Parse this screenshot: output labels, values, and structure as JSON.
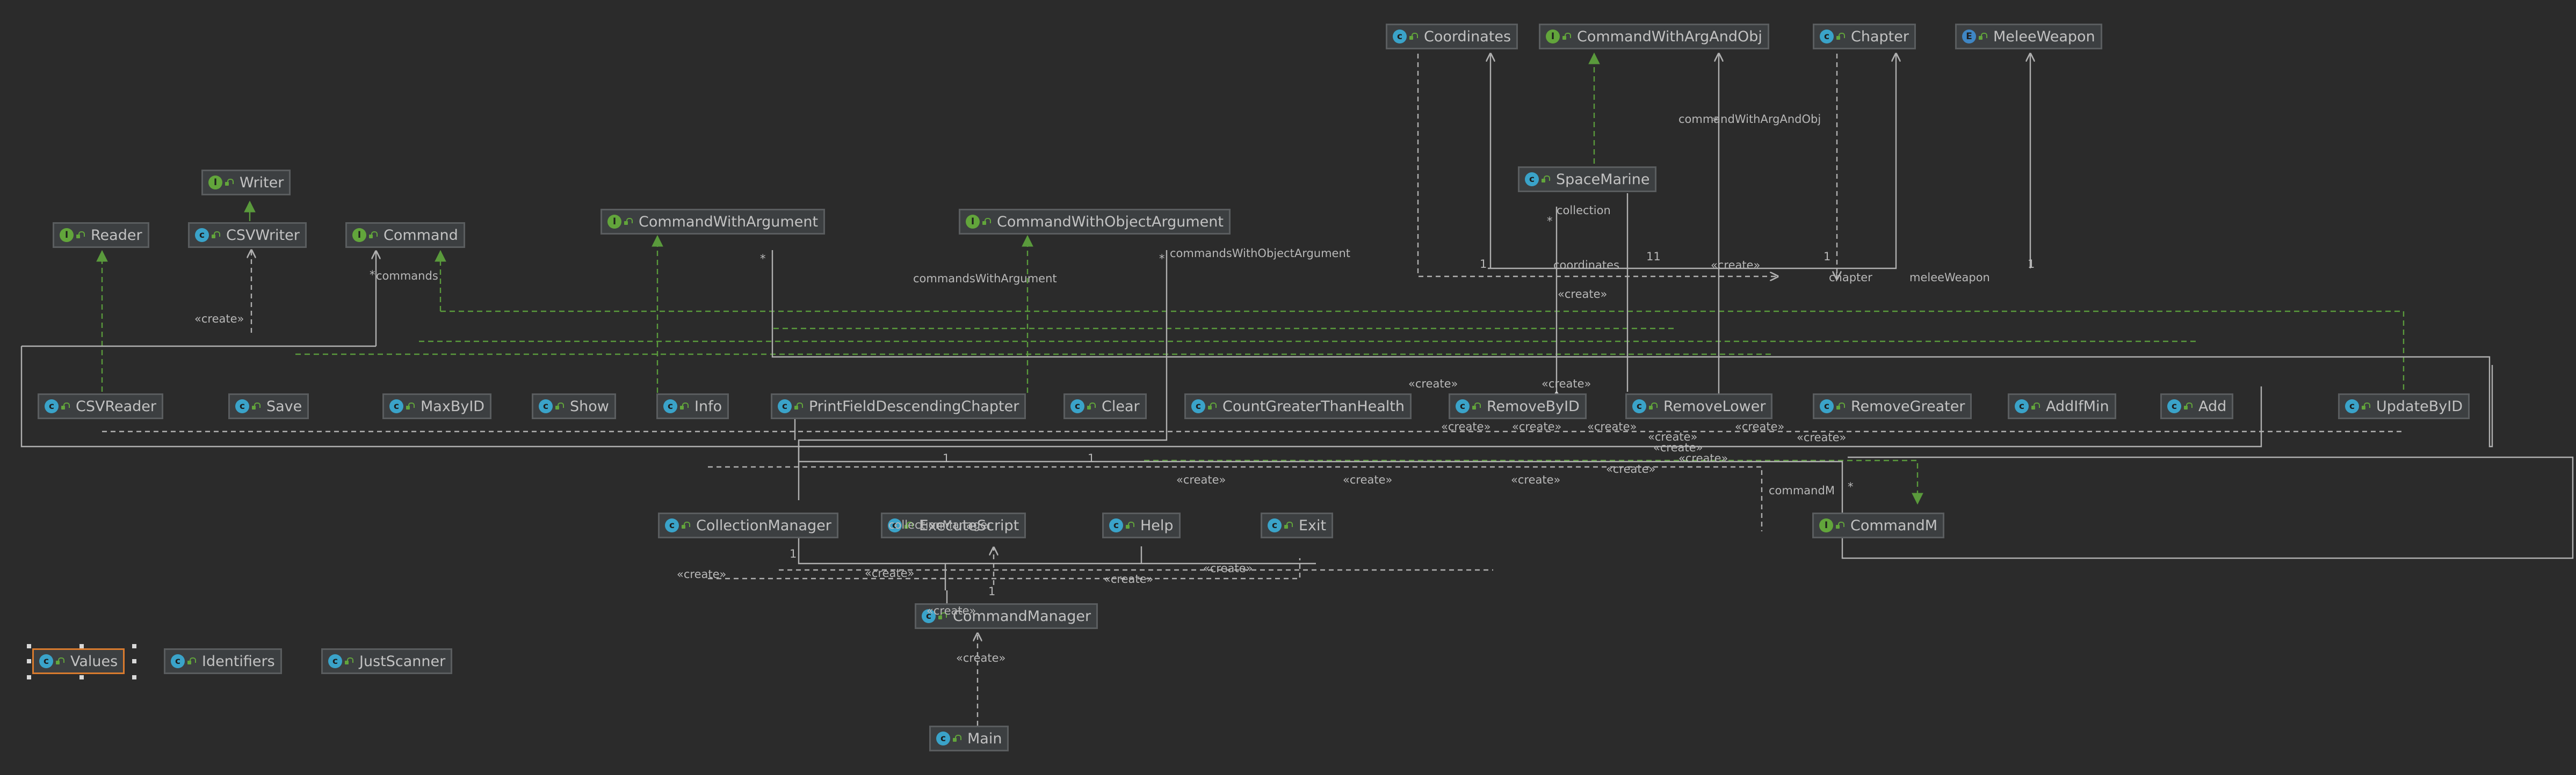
{
  "colors": {
    "background": "#2b2b2b",
    "node_fill": "#3c3f41",
    "node_border": "#5a5d5f",
    "selection": "#d97b2e",
    "edge_gray": "#b0b0b0",
    "edge_green": "#5a9a3c",
    "class_badge": "#3aa3c9",
    "interface_badge": "#62a53b",
    "enum_badge": "#3f86c4"
  },
  "nodes": {
    "coordinates": {
      "label": "Coordinates",
      "kind": "class",
      "icon": "class-icon"
    },
    "command_with_arg_and_obj": {
      "label": "CommandWithArgAndObj",
      "kind": "interface",
      "icon": "interface-icon"
    },
    "chapter": {
      "label": "Chapter",
      "kind": "class",
      "icon": "class-icon"
    },
    "melee_weapon": {
      "label": "MeleeWeapon",
      "kind": "enum",
      "icon": "enum-icon"
    },
    "writer": {
      "label": "Writer",
      "kind": "interface",
      "icon": "interface-icon"
    },
    "space_marine": {
      "label": "SpaceMarine",
      "kind": "class",
      "icon": "class-icon"
    },
    "reader": {
      "label": "Reader",
      "kind": "interface",
      "icon": "interface-icon"
    },
    "csv_writer": {
      "label": "CSVWriter",
      "kind": "class",
      "icon": "class-icon"
    },
    "command": {
      "label": "Command",
      "kind": "interface",
      "icon": "interface-icon"
    },
    "command_with_argument": {
      "label": "CommandWithArgument",
      "kind": "interface",
      "icon": "interface-icon"
    },
    "command_with_object_argument": {
      "label": "CommandWithObjectArgument",
      "kind": "interface",
      "icon": "interface-icon"
    },
    "csv_reader": {
      "label": "CSVReader",
      "kind": "class",
      "icon": "class-icon"
    },
    "save": {
      "label": "Save",
      "kind": "class",
      "icon": "class-icon"
    },
    "max_by_id": {
      "label": "MaxByID",
      "kind": "class",
      "icon": "class-icon"
    },
    "show": {
      "label": "Show",
      "kind": "class",
      "icon": "class-icon"
    },
    "info": {
      "label": "Info",
      "kind": "class",
      "icon": "class-icon"
    },
    "print_field_descending_chapter": {
      "label": "PrintFieldDescendingChapter",
      "kind": "class",
      "icon": "class-icon"
    },
    "clear": {
      "label": "Clear",
      "kind": "class",
      "icon": "class-icon"
    },
    "count_greater_than_health": {
      "label": "CountGreaterThanHealth",
      "kind": "class",
      "icon": "class-icon"
    },
    "remove_by_id": {
      "label": "RemoveByID",
      "kind": "class",
      "icon": "class-icon"
    },
    "remove_lower": {
      "label": "RemoveLower",
      "kind": "class",
      "icon": "class-icon"
    },
    "remove_greater": {
      "label": "RemoveGreater",
      "kind": "class",
      "icon": "class-icon"
    },
    "add_if_min": {
      "label": "AddIfMin",
      "kind": "class",
      "icon": "class-icon"
    },
    "add": {
      "label": "Add",
      "kind": "class",
      "icon": "class-icon"
    },
    "update_by_id": {
      "label": "UpdateByID",
      "kind": "class",
      "icon": "class-icon"
    },
    "collection_manager": {
      "label": "CollectionManager",
      "kind": "class",
      "icon": "class-icon"
    },
    "execute_script": {
      "label": "ExecuteScript",
      "kind": "class",
      "icon": "class-icon"
    },
    "help": {
      "label": "Help",
      "kind": "class",
      "icon": "class-icon"
    },
    "exit": {
      "label": "Exit",
      "kind": "class",
      "icon": "class-icon"
    },
    "command_m": {
      "label": "CommandM",
      "kind": "interface",
      "icon": "interface-icon"
    },
    "command_manager": {
      "label": "CommandManager",
      "kind": "class",
      "icon": "class-icon"
    },
    "values": {
      "label": "Values",
      "kind": "class",
      "icon": "class-icon",
      "selected": true
    },
    "identifiers": {
      "label": "Identifiers",
      "kind": "class",
      "icon": "class-icon"
    },
    "just_scanner": {
      "label": "JustScanner",
      "kind": "class",
      "icon": "class-icon"
    },
    "main": {
      "label": "Main",
      "kind": "class",
      "icon": "class-icon"
    }
  },
  "edge_labels": {
    "collection": "collection",
    "coordinates": "coordinates",
    "chapter": "chapter",
    "melee_weapon": "meleeWeapon",
    "command_with_arg_and_obj": "commandWithArgAndObj",
    "commands": "commands",
    "commands_with_argument": "commandsWithArgument",
    "commands_with_object_argument": "commandsWithObjectArgument",
    "command_m": "commandM",
    "collection_manager": "collectionManager",
    "create": "«create»",
    "one": "1",
    "eleven": "11",
    "star": "*"
  }
}
